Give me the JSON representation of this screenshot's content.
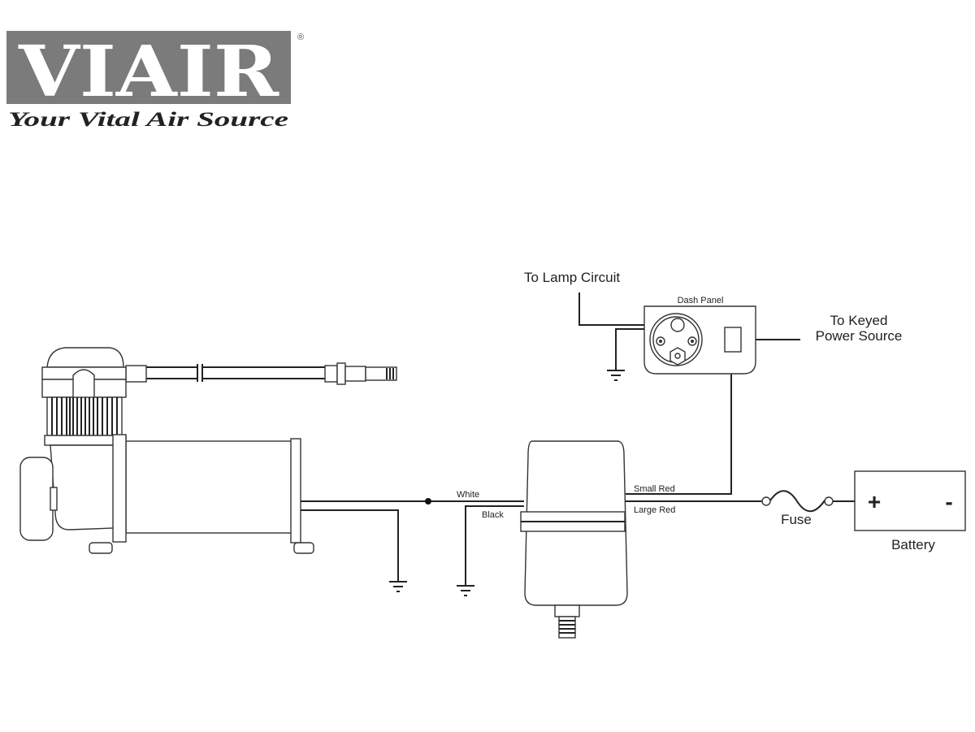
{
  "logo": {
    "brand": "VIAIR",
    "registered": "®",
    "tagline": "Your Vital Air Source",
    "color": "#7b7b7b"
  },
  "labels": {
    "lamp_circuit": "To Lamp Circuit",
    "dash_panel": "Dash Panel",
    "keyed_line1": "To Keyed",
    "keyed_line2": "Power Source",
    "white": "White",
    "black": "Black",
    "small_red": "Small Red",
    "large_red": "Large Red",
    "fuse": "Fuse",
    "battery": "Battery",
    "plus": "+",
    "minus": "-"
  }
}
